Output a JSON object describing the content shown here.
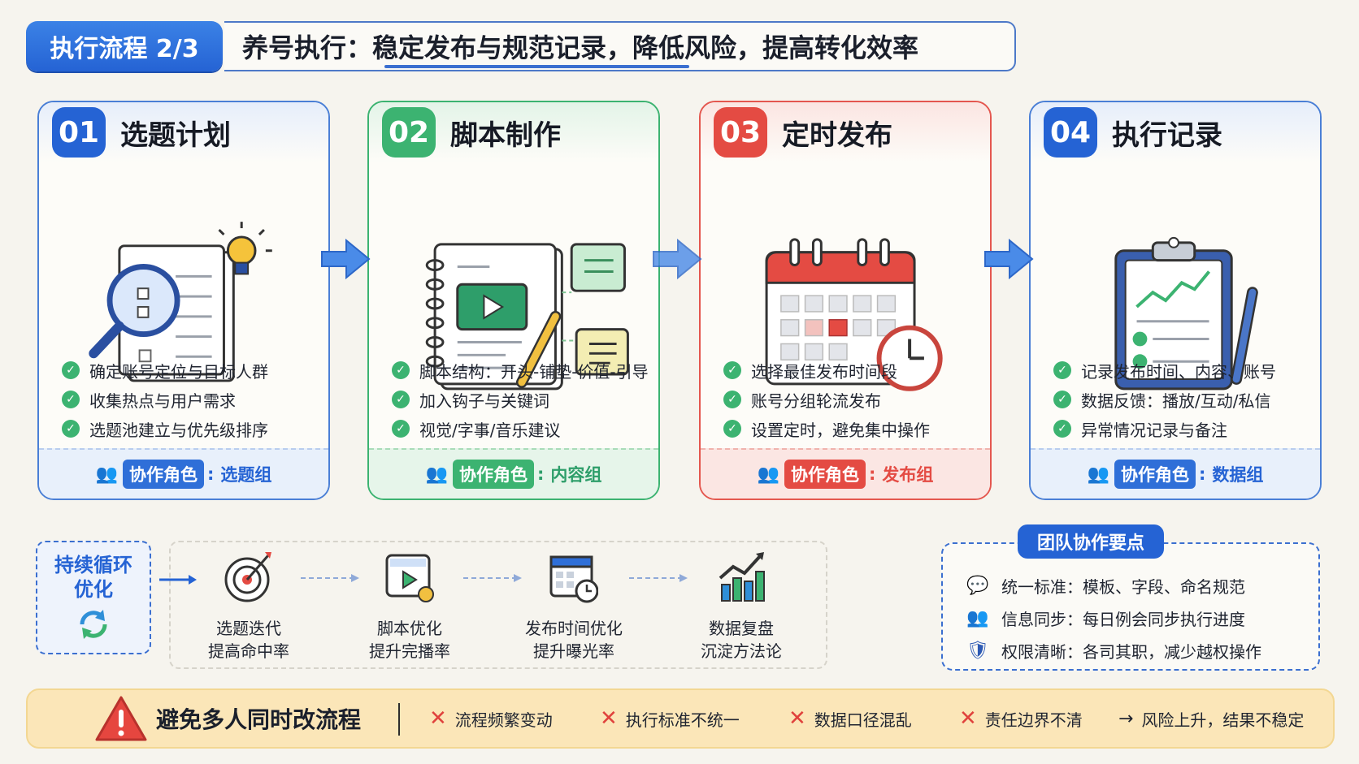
{
  "header": {
    "badge": "执行流程 2/3",
    "title": "养号执行：稳定发布与规范记录，降低风险，提高转化效率"
  },
  "colors": {
    "blue": "#2563d4",
    "green": "#3cb371",
    "red": "#e44b43"
  },
  "cards": [
    {
      "num": "01",
      "title": "选题计划",
      "bullets": [
        "确定账号定位与目标人群",
        "收集热点与用户需求",
        "选题池建立与优先级排序"
      ],
      "role_label": "协作角色",
      "role_sep": ":",
      "role_value": "选题组",
      "icon": "magnifier-document-icon"
    },
    {
      "num": "02",
      "title": "脚本制作",
      "bullets": [
        "脚本结构：开头-铺垫-价值-引导",
        "加入钩子与关键词",
        "视觉/字事/音乐建议"
      ],
      "role_label": "协作角色",
      "role_sep": ":",
      "role_value": "内容组",
      "icon": "notebook-video-icon"
    },
    {
      "num": "03",
      "title": "定时发布",
      "bullets": [
        "选择最佳发布时间段",
        "账号分组轮流发布",
        "设置定时，避免集中操作"
      ],
      "role_label": "协作角色",
      "role_sep": ":",
      "role_value": "发布组",
      "icon": "calendar-clock-icon"
    },
    {
      "num": "04",
      "title": "执行记录",
      "bullets": [
        "记录发布时间、内容、账号",
        "数据反馈：播放/互动/私信",
        "异常情况记录与备注"
      ],
      "role_label": "协作角色",
      "role_sep": ":",
      "role_value": "数据组",
      "icon": "clipboard-chart-icon"
    }
  ],
  "loop": {
    "label": "持续循环优化",
    "steps": [
      {
        "line1": "选题迭代",
        "line2": "提高命中率",
        "icon": "target-icon"
      },
      {
        "line1": "脚本优化",
        "line2": "提升完播率",
        "icon": "video-edit-icon"
      },
      {
        "line1": "发布时间优化",
        "line2": "提升曝光率",
        "icon": "calendar-time-icon"
      },
      {
        "line1": "数据复盘",
        "line2": "沉淀方法论",
        "icon": "growth-chart-icon"
      }
    ]
  },
  "team": {
    "title": "团队协作要点",
    "items": [
      {
        "key": "统一标准",
        "text": "模板、字段、命名规范",
        "icon": "chat-icon"
      },
      {
        "key": "信息同步",
        "text": "每日例会同步执行进度",
        "icon": "group-icon"
      },
      {
        "key": "权限清晰",
        "text": "各司其职，减少越权操作",
        "icon": "shield-icon"
      }
    ],
    "colon": "："
  },
  "warning": {
    "title": "避免多人同时改流程",
    "items": [
      "流程频繁变动",
      "执行标准不统一",
      "数据口径混乱",
      "责任边界不清"
    ],
    "result": "风险上升，结果不稳定"
  }
}
